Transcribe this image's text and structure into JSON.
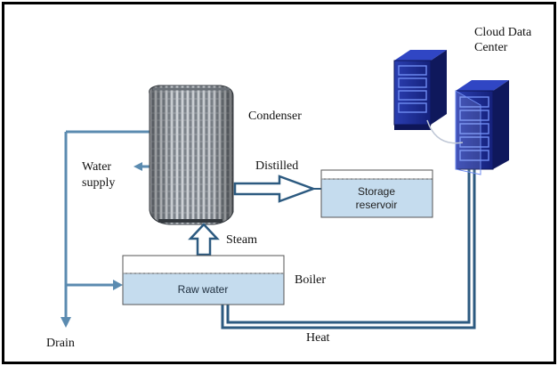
{
  "labels": {
    "cloud_data_center_line1": "Cloud Data",
    "cloud_data_center_line2": "Center",
    "condenser": "Condenser",
    "distilled": "Distilled",
    "water_supply_line1": "Water",
    "water_supply_line2": "supply",
    "storage_line1": "Storage",
    "storage_line2": "reservoir",
    "steam": "Steam",
    "boiler": "Boiler",
    "raw_water": "Raw water",
    "drain": "Drain",
    "heat": "Heat"
  },
  "colors": {
    "pipe": "#5b8bb0",
    "pipe_dark": "#2c5a80",
    "water_fill": "#c5dcee",
    "server_body": "#1c2c8c",
    "frame": "#000000"
  }
}
